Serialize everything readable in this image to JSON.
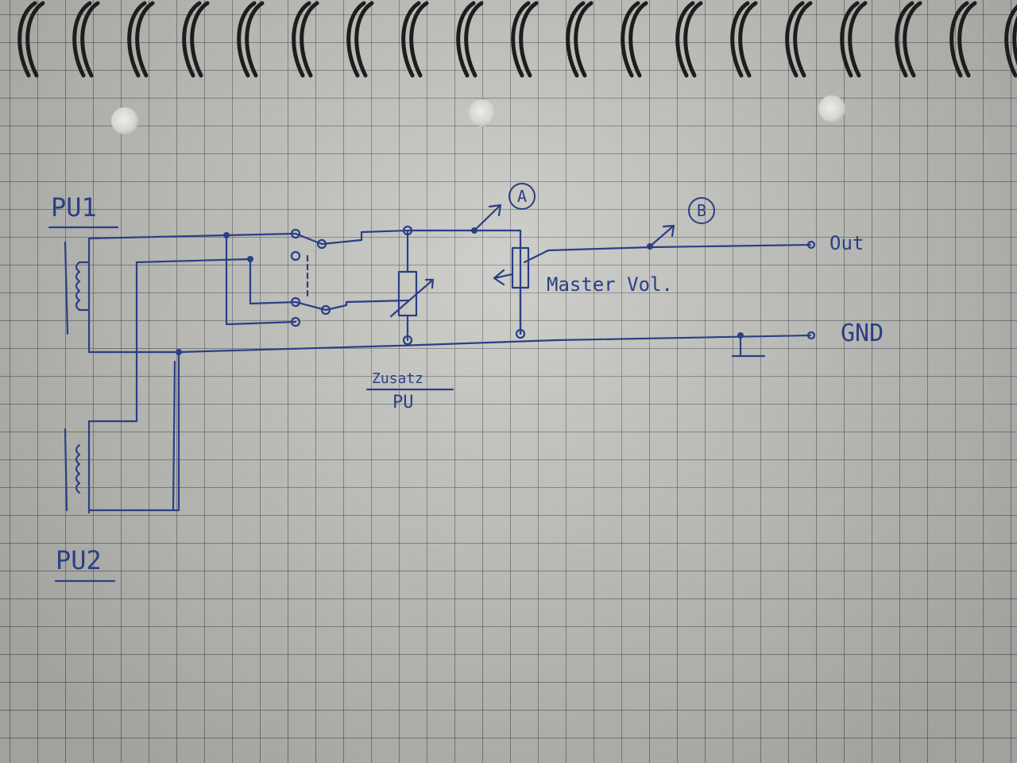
{
  "labels": {
    "pickup1": "PU1",
    "pickup2": "PU2",
    "extra_pickup_line1": "Zusatz",
    "extra_pickup_line2": "PU",
    "master_vol": "Master Vol.",
    "out": "Out",
    "gnd": "GND",
    "point_a": "A",
    "point_b": "B"
  },
  "colors": {
    "ink": "#2b3f86",
    "paper": "#c4c4bf",
    "binding_wire": "#1d1d1d"
  }
}
